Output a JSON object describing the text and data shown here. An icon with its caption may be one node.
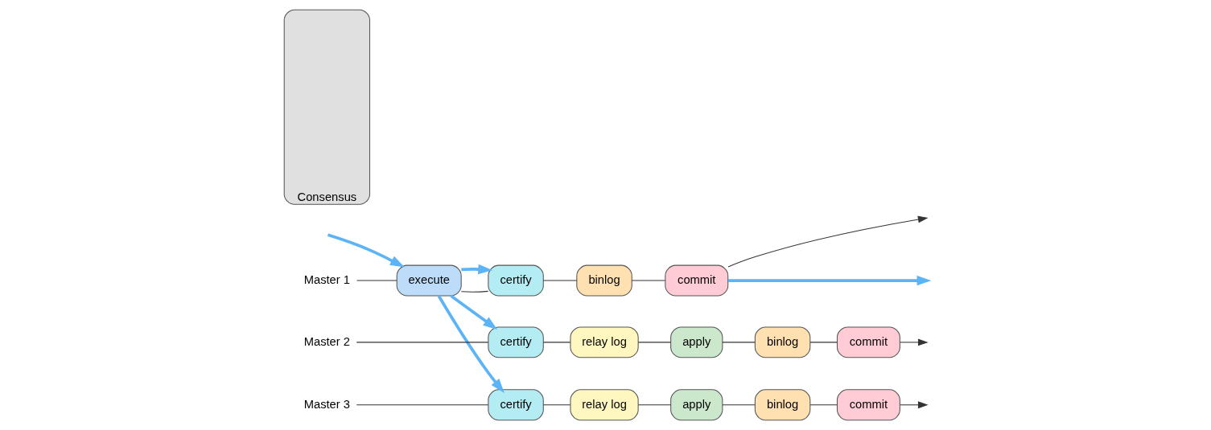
{
  "diagram": {
    "nodes": [
      {
        "text": [
          "Master 1"
        ]
      },
      {
        "text": [
          "execute"
        ]
      },
      {
        "text": [
          "Consensus"
        ]
      },
      {
        "text": [
          "certify"
        ]
      },
      {
        "text": [
          "binlog"
        ]
      },
      {
        "text": [
          "commit"
        ]
      },
      {
        "text": [
          "Master 2"
        ]
      },
      {
        "text": [
          "certify"
        ]
      },
      {
        "text": [
          "relay log"
        ]
      },
      {
        "text": [
          "apply"
        ]
      },
      {
        "text": [
          "binlog"
        ]
      },
      {
        "text": [
          "commit"
        ]
      },
      {
        "text": [
          "Master 3"
        ]
      },
      {
        "text": [
          "certify"
        ]
      },
      {
        "text": [
          "relay log"
        ]
      },
      {
        "text": [
          "apply"
        ]
      },
      {
        "text": [
          "binlog"
        ]
      },
      {
        "text": [
          "commit"
        ]
      }
    ],
    "edges": [
      {
        "from": 0,
        "to": 1,
        "arrow": "none"
      },
      {
        "from": 1,
        "to": 3,
        "arrow": "none"
      },
      {
        "from": 3,
        "to": 4,
        "arrow": "none"
      },
      {
        "from": 4,
        "to": 5,
        "arrow": "none"
      },
      {
        "from": 5,
        "to": null,
        "arrow": "to"
      },
      {
        "from": 6,
        "to": 7,
        "arrow": "none"
      },
      {
        "from": 7,
        "to": 8,
        "arrow": "none"
      },
      {
        "from": 8,
        "to": 9,
        "arrow": "none"
      },
      {
        "from": 9,
        "to": 10,
        "arrow": "none"
      },
      {
        "from": 10,
        "to": 11,
        "arrow": "none"
      },
      {
        "from": 11,
        "to": null,
        "arrow": "to"
      },
      {
        "from": 12,
        "to": 13,
        "arrow": "none"
      },
      {
        "from": 13,
        "to": 14,
        "arrow": "none"
      },
      {
        "from": 14,
        "to": 15,
        "arrow": "none"
      },
      {
        "from": 15,
        "to": 16,
        "arrow": "none"
      },
      {
        "from": 16,
        "to": 17,
        "arrow": "none"
      },
      {
        "from": 17,
        "to": null,
        "arrow": "to"
      },
      {
        "from": null,
        "to": 1,
        "arrow": "to",
        "style": "thick",
        "color": "#5cb3f5"
      },
      {
        "from": 1,
        "to": 3,
        "arrow": "to",
        "style": "thick",
        "color": "#5cb3f5"
      },
      {
        "from": 1,
        "to": 7,
        "arrow": "to",
        "style": "thick",
        "color": "#5cb3f5"
      },
      {
        "from": 1,
        "to": 13,
        "arrow": "to",
        "style": "thick",
        "color": "#5cb3f5"
      },
      {
        "from": 5,
        "to": null,
        "arrow": "to",
        "style": "thick",
        "color": "#5cb3f5"
      }
    ]
  }
}
